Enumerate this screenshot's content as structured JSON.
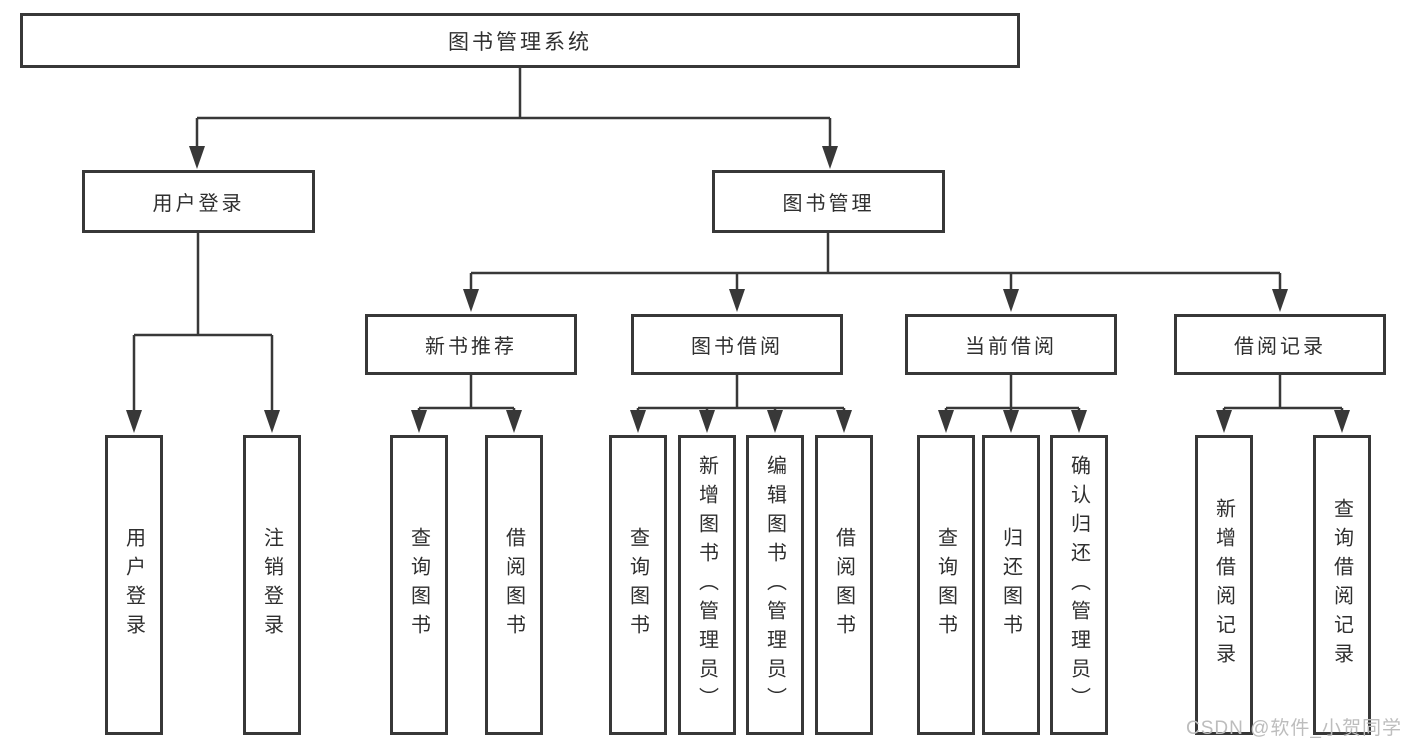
{
  "root": {
    "label": "图书管理系统",
    "children": [
      {
        "label": "用户登录",
        "children": [
          {
            "label": "用户登录"
          },
          {
            "label": "注销登录"
          }
        ]
      },
      {
        "label": "图书管理",
        "children": [
          {
            "label": "新书推荐",
            "children": [
              {
                "label": "查询图书"
              },
              {
                "label": "借阅图书"
              }
            ]
          },
          {
            "label": "图书借阅",
            "children": [
              {
                "label": "查询图书"
              },
              {
                "label": "新增图书（管理员）"
              },
              {
                "label": "编辑图书（管理员）"
              },
              {
                "label": "借阅图书"
              }
            ]
          },
          {
            "label": "当前借阅",
            "children": [
              {
                "label": "查询图书"
              },
              {
                "label": "归还图书"
              },
              {
                "label": "确认归还（管理员）"
              }
            ]
          },
          {
            "label": "借阅记录",
            "children": [
              {
                "label": "新增借阅记录"
              },
              {
                "label": "查询借阅记录"
              }
            ]
          }
        ]
      }
    ]
  },
  "watermark": "CSDN @软件_小贺同学",
  "colors": {
    "line": "#383838",
    "text": "#2f2f2f",
    "background": "#ffffff",
    "watermark": "#bdbdbd"
  }
}
